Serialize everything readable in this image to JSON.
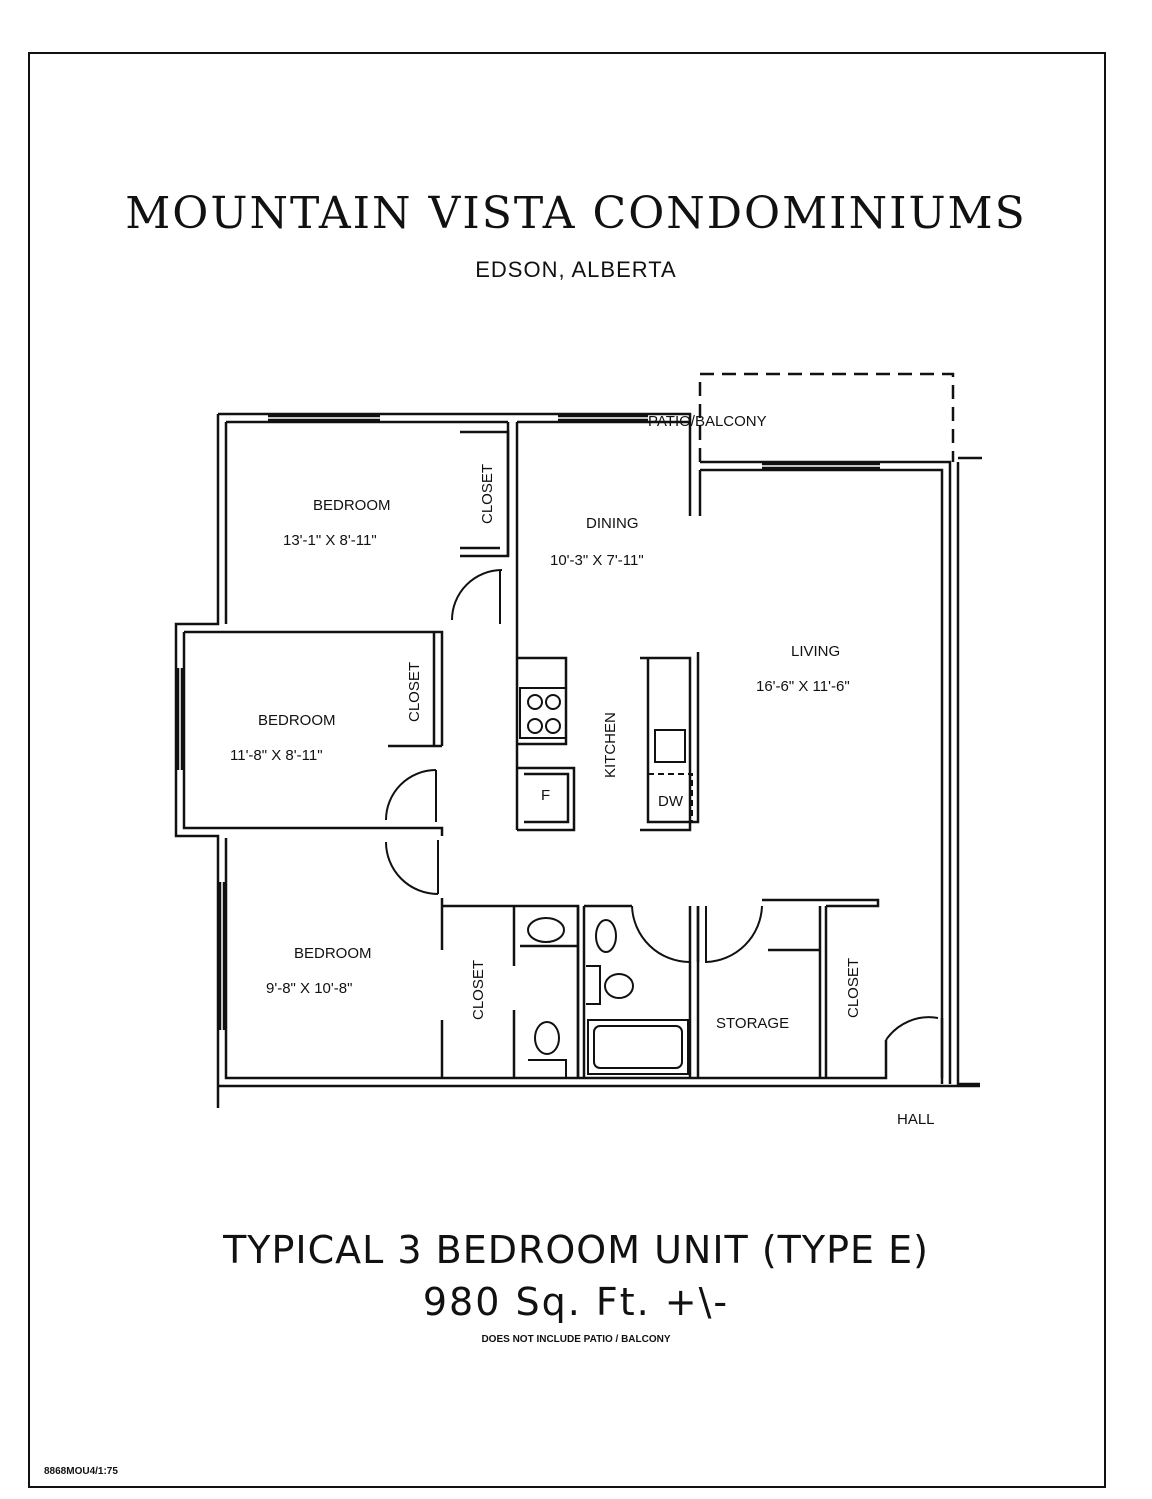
{
  "title": "MOUNTAIN VISTA CONDOMINIUMS",
  "subtitle": "EDSON, ALBERTA",
  "rooms": {
    "patio": "PATIO/BALCONY",
    "bedroom1": {
      "name": "BEDROOM",
      "size": "13'-1\" X 8'-11\""
    },
    "bedroom2": {
      "name": "BEDROOM",
      "size": "11'-8\" X 8'-11\""
    },
    "bedroom3": {
      "name": "BEDROOM",
      "size": "9'-8\" X 10'-8\""
    },
    "dining": {
      "name": "DINING",
      "size": "10'-3\" X 7'-11\""
    },
    "living": {
      "name": "LIVING",
      "size": "16'-6\" X 11'-6\""
    },
    "kitchen": "KITCHEN",
    "closet": "CLOSET",
    "storage": "STORAGE",
    "hall": "HALL",
    "fridge": "F",
    "dishwasher": "DW"
  },
  "unit_type": "TYPICAL 3 BEDROOM UNIT (TYPE E)",
  "unit_area": "980 Sq. Ft. +\\-",
  "note": "DOES NOT INCLUDE PATIO / BALCONY",
  "code": "8868MOU4/1:75"
}
